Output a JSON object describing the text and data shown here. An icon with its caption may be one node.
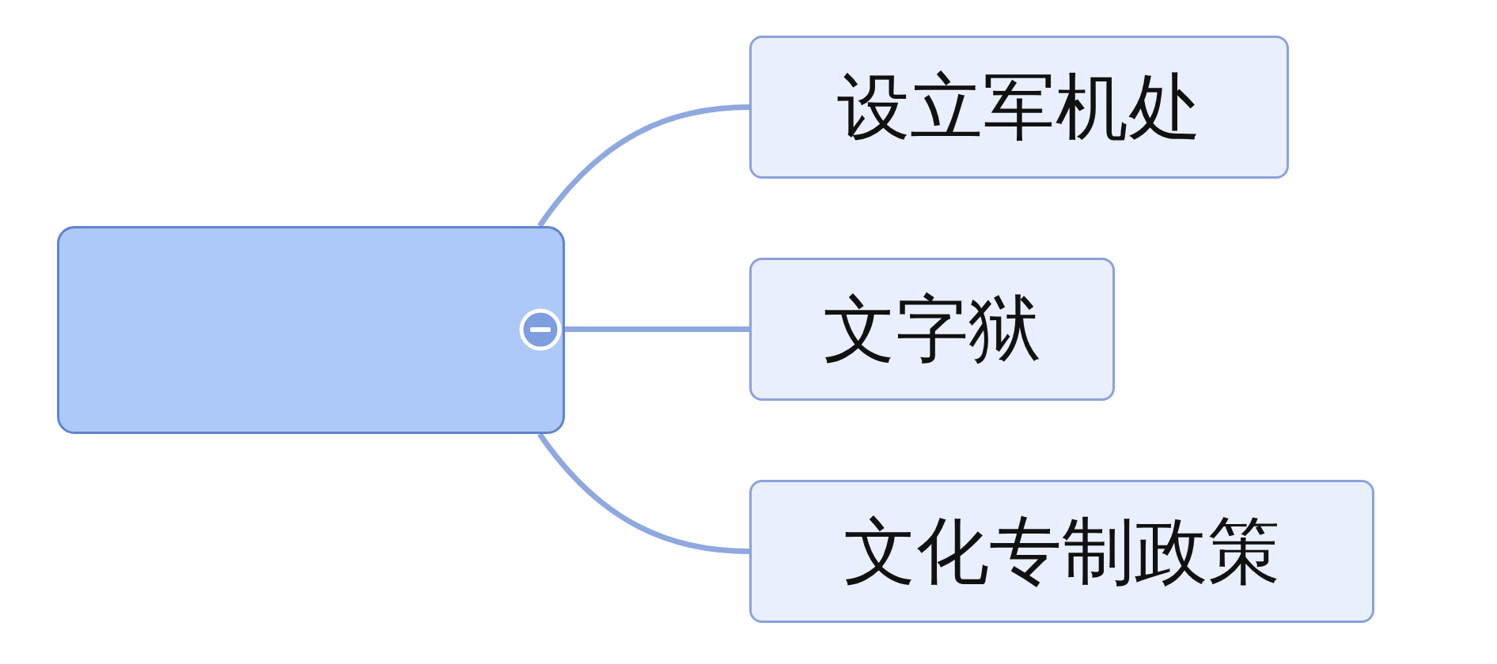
{
  "diagram": {
    "nodes": [
      {
        "text": [],
        "shape": "box"
      },
      {
        "text": [
          "设立军机处"
        ]
      },
      {
        "text": [
          "文字狱"
        ]
      },
      {
        "text": [
          "文化专制政策"
        ]
      }
    ],
    "edges": [
      {
        "from": 0,
        "to": 1,
        "arrow": "none"
      },
      {
        "from": 0,
        "to": 2,
        "arrow": "none"
      },
      {
        "from": 0,
        "to": 3,
        "arrow": "none"
      }
    ]
  }
}
